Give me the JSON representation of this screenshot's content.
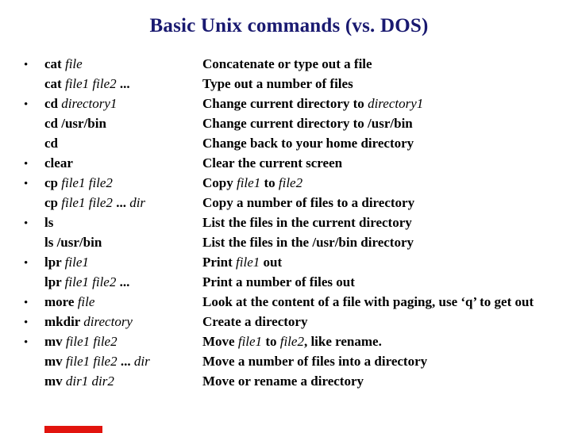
{
  "title": {
    "text": "Basic Unix commands (vs. DOS)",
    "color": "#191970"
  },
  "list": {
    "bullet_glyph": "•",
    "rows": [
      {
        "bullet": true,
        "command": [
          [
            "b",
            "cat "
          ],
          [
            "i",
            "file"
          ]
        ],
        "description": [
          [
            "b",
            "Concatenate or type out a file"
          ]
        ]
      },
      {
        "bullet": false,
        "command": [
          [
            "b",
            "cat "
          ],
          [
            "i",
            "file1 file2 "
          ],
          [
            "b",
            "..."
          ]
        ],
        "description": [
          [
            "b",
            "Type out a number of files"
          ]
        ]
      },
      {
        "bullet": true,
        "command": [
          [
            "b",
            "cd "
          ],
          [
            "i",
            "directory1"
          ]
        ],
        "description": [
          [
            "b",
            "Change current directory to "
          ],
          [
            "i",
            "directory1"
          ]
        ]
      },
      {
        "bullet": false,
        "command": [
          [
            "b",
            "cd /usr/bin"
          ]
        ],
        "description": [
          [
            "b",
            "Change current directory to /usr/bin"
          ]
        ]
      },
      {
        "bullet": false,
        "command": [
          [
            "b",
            "cd"
          ]
        ],
        "description": [
          [
            "b",
            "Change back to your home directory"
          ]
        ]
      },
      {
        "bullet": true,
        "command": [
          [
            "b",
            "clear"
          ]
        ],
        "description": [
          [
            "b",
            "Clear the current screen"
          ]
        ]
      },
      {
        "bullet": true,
        "command": [
          [
            "b",
            "cp "
          ],
          [
            "i",
            "file1 file2"
          ]
        ],
        "description": [
          [
            "b",
            "Copy "
          ],
          [
            "i",
            "file1"
          ],
          [
            "b",
            " to "
          ],
          [
            "i",
            "file2"
          ]
        ]
      },
      {
        "bullet": false,
        "command": [
          [
            "b",
            "cp "
          ],
          [
            "i",
            "file1 file2 "
          ],
          [
            "b",
            "... "
          ],
          [
            "i",
            "dir"
          ]
        ],
        "description": [
          [
            "b",
            "Copy a number of files to a directory"
          ]
        ]
      },
      {
        "bullet": true,
        "command": [
          [
            "b",
            "ls"
          ]
        ],
        "description": [
          [
            "b",
            "List the files in the current directory"
          ]
        ]
      },
      {
        "bullet": false,
        "command": [
          [
            "b",
            "ls /usr/bin"
          ]
        ],
        "description": [
          [
            "b",
            "List the files in the /usr/bin directory"
          ]
        ]
      },
      {
        "bullet": true,
        "command": [
          [
            "b",
            "lpr "
          ],
          [
            "i",
            "file1"
          ]
        ],
        "description": [
          [
            "b",
            "Print "
          ],
          [
            "i",
            "file1"
          ],
          [
            "b",
            " out"
          ]
        ]
      },
      {
        "bullet": false,
        "command": [
          [
            "b",
            "lpr "
          ],
          [
            "i",
            "file1 file2 "
          ],
          [
            "b",
            "..."
          ]
        ],
        "description": [
          [
            "b",
            "Print a number of files out"
          ]
        ]
      },
      {
        "bullet": true,
        "command": [
          [
            "b",
            "more "
          ],
          [
            "i",
            "file"
          ]
        ],
        "description": [
          [
            "b",
            "Look at the content of a file with paging, use ‘q’ to get out"
          ]
        ]
      },
      {
        "bullet": true,
        "command": [
          [
            "b",
            "mkdir "
          ],
          [
            "i",
            "directory"
          ]
        ],
        "description": [
          [
            "b",
            "Create a directory"
          ]
        ]
      },
      {
        "bullet": true,
        "command": [
          [
            "b",
            "mv "
          ],
          [
            "i",
            "file1 file2"
          ]
        ],
        "description": [
          [
            "b",
            "Move "
          ],
          [
            "i",
            "file1"
          ],
          [
            "b",
            " to "
          ],
          [
            "i",
            "file2"
          ],
          [
            "b",
            ", like rename."
          ]
        ]
      },
      {
        "bullet": false,
        "command": [
          [
            "b",
            "mv "
          ],
          [
            "i",
            "file1 file2 "
          ],
          [
            "b",
            "... "
          ],
          [
            "i",
            "dir"
          ]
        ],
        "description": [
          [
            "b",
            "Move a number of files into a directory"
          ]
        ]
      },
      {
        "bullet": false,
        "command": [
          [
            "b",
            "mv "
          ],
          [
            "i",
            "dir1 dir2"
          ]
        ],
        "description": [
          [
            "b",
            "Move or rename a directory"
          ]
        ]
      }
    ]
  },
  "footer": {
    "progress_bar_color": "#e2140e"
  }
}
